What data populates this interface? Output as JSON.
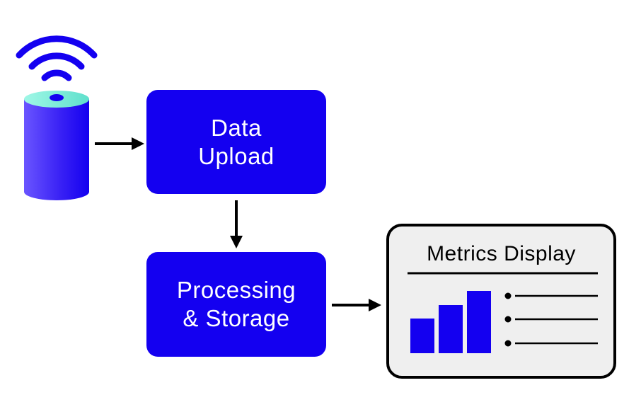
{
  "nodes": {
    "upload": {
      "line1": "Data",
      "line2": "Upload"
    },
    "storage": {
      "line1": "Processing",
      "line2": "& Storage"
    },
    "display": {
      "title": "Metrics Display"
    }
  },
  "colors": {
    "accent": "#1400f0",
    "device_gradient_start": "#6a55ff",
    "device_top": "#7ff2dc",
    "panel_bg": "#efefef",
    "line": "#000000"
  },
  "icons": [
    "wifi-signal-icon",
    "sensor-device-icon",
    "bar-chart-icon",
    "bullet-list-icon"
  ]
}
